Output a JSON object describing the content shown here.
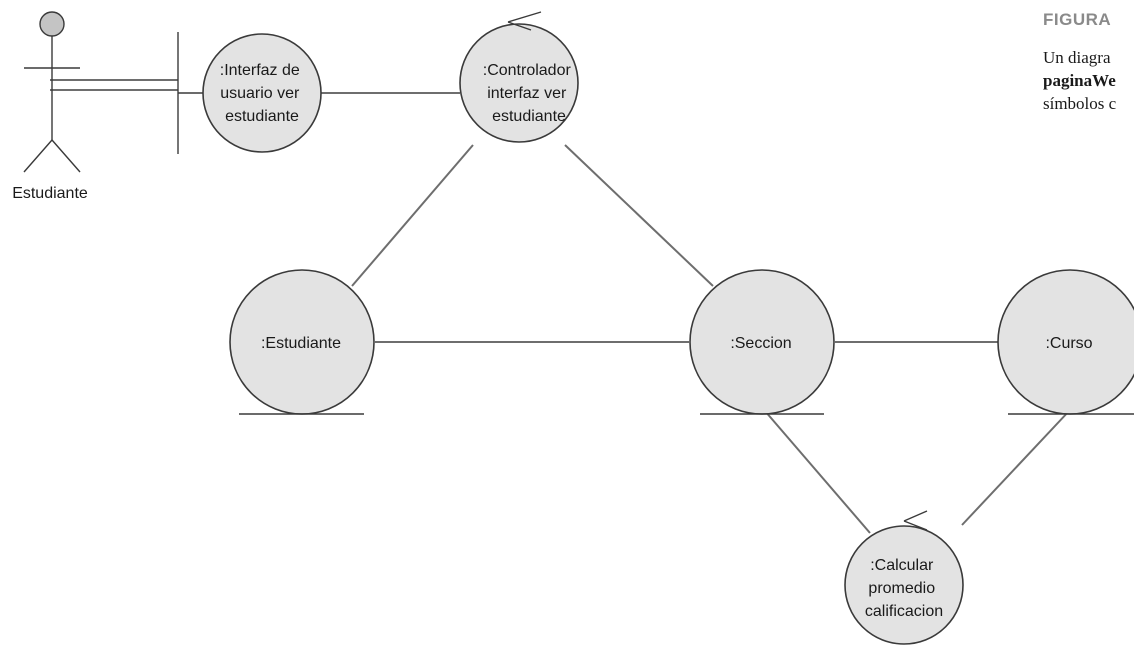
{
  "figure": {
    "title": "FIGURA",
    "caption_line1": "Un diagra",
    "caption_line2": "paginaWe",
    "caption_line3": "símbolos c"
  },
  "actor": {
    "label": "Estudiante"
  },
  "nodes": {
    "boundary": {
      "lines": [
        ":Interfaz de",
        "usuario ver",
        "estudiante"
      ]
    },
    "controller": {
      "lines": [
        ":Controlador",
        "interfaz ver",
        "estudiante"
      ]
    },
    "estudiante": {
      "lines": [
        ":Estudiante"
      ]
    },
    "seccion": {
      "lines": [
        ":Seccion"
      ]
    },
    "curso": {
      "lines": [
        ":Curso"
      ]
    },
    "calcular": {
      "lines": [
        ":Calcular",
        "promedio",
        "calificacion"
      ]
    }
  }
}
